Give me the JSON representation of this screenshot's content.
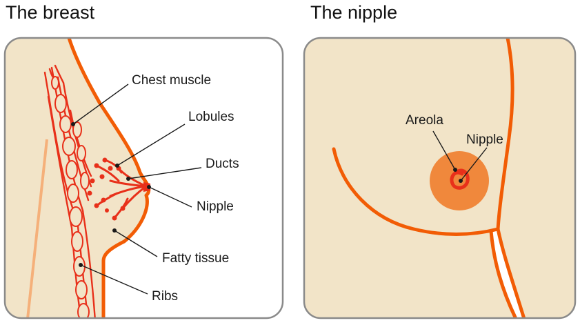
{
  "panels": {
    "left": {
      "title": "The breast",
      "labels": {
        "chest_muscle": "Chest muscle",
        "lobules": "Lobules",
        "ducts": "Ducts",
        "nipple": "Nipple",
        "fatty_tissue": "Fatty tissue",
        "ribs": "Ribs"
      }
    },
    "right": {
      "title": "The nipple",
      "labels": {
        "areola": "Areola",
        "nipple": "Nipple"
      }
    }
  },
  "colors": {
    "skin": "#f2e4c8",
    "outline": "#f25c05",
    "tissue": "#e8301a",
    "areola": "#f0883c",
    "frame": "#8a8a8a",
    "rib_line": "#f5b07a"
  }
}
